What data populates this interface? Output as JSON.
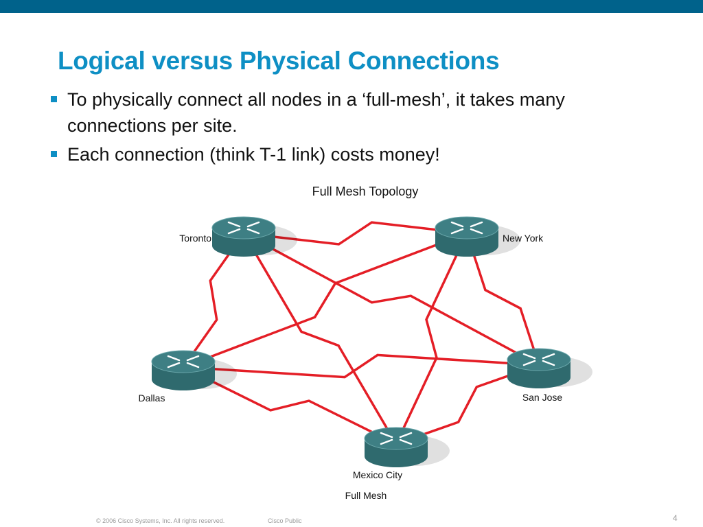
{
  "slide": {
    "title": "Logical versus Physical Connections",
    "bullets": [
      "To physically connect all nodes in a ‘full-mesh’, it takes many connections per site.",
      "Each connection (think T-1 link) costs money!"
    ]
  },
  "diagram": {
    "title": "Full Mesh Topology",
    "caption": "Full Mesh",
    "link_color": "#e41e26",
    "router_color": "#3e7f84",
    "nodes": [
      {
        "id": "toronto",
        "label": "Toronto"
      },
      {
        "id": "newyork",
        "label": "New York"
      },
      {
        "id": "dallas",
        "label": "Dallas"
      },
      {
        "id": "sanjose",
        "label": "San Jose"
      },
      {
        "id": "mexicocity",
        "label": "Mexico City"
      }
    ],
    "links": [
      [
        "toronto",
        "newyork"
      ],
      [
        "toronto",
        "dallas"
      ],
      [
        "toronto",
        "sanjose"
      ],
      [
        "toronto",
        "mexicocity"
      ],
      [
        "newyork",
        "dallas"
      ],
      [
        "newyork",
        "sanjose"
      ],
      [
        "newyork",
        "mexicocity"
      ],
      [
        "dallas",
        "sanjose"
      ],
      [
        "dallas",
        "mexicocity"
      ],
      [
        "sanjose",
        "mexicocity"
      ]
    ]
  },
  "footer": {
    "copyright": "© 2006 Cisco Systems, Inc. All rights reserved.",
    "classification": "Cisco Public",
    "page_number": "4"
  }
}
